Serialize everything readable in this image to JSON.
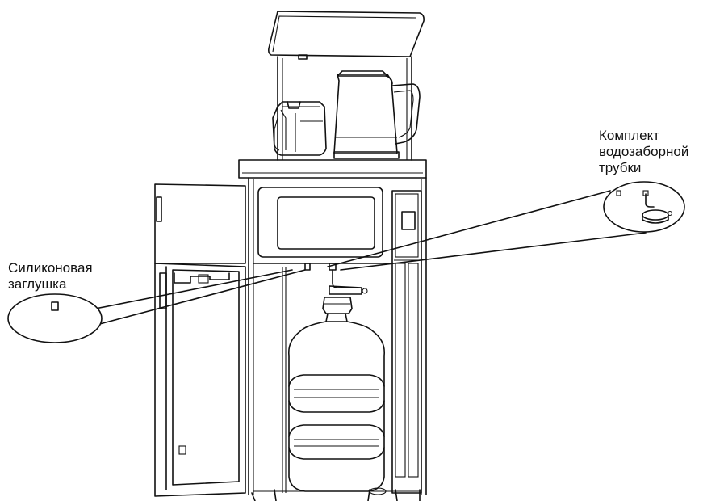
{
  "figure": {
    "callouts": [
      {
        "id": "tube-kit",
        "lines": [
          "Комплект",
          "водозаборной",
          "трубки"
        ]
      },
      {
        "id": "silicone-plug",
        "lines": [
          "Силиконовая",
          "заглушка"
        ]
      }
    ],
    "components": [
      "tea-bar-canopy",
      "kettle",
      "teapot",
      "countertop",
      "control-panel",
      "cabinet-door",
      "water-bottle",
      "water-intake-tube"
    ]
  }
}
